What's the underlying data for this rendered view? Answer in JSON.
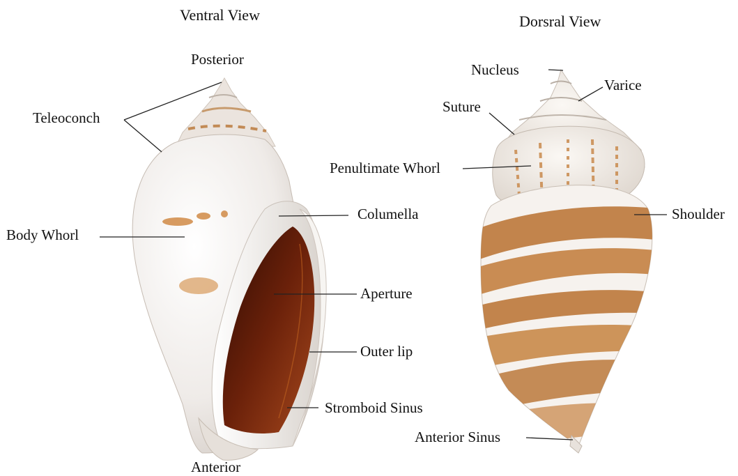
{
  "figure": {
    "ventral_title": "Ventral View",
    "dorsal_title": "Dorsral View"
  },
  "ventral": {
    "posterior": "Posterior",
    "teleoconch": "Teleoconch",
    "body_whorl": "Body Whorl",
    "columella": "Columella",
    "aperture": "Aperture",
    "outer_lip": "Outer lip",
    "stromboid_sinus": "Stromboid Sinus",
    "anterior": "Anterior"
  },
  "dorsal": {
    "nucleus": "Nucleus",
    "varice": "Varice",
    "suture": "Suture",
    "penultimate_whorl": "Penultimate Whorl",
    "shoulder": "Shoulder",
    "anterior_sinus": "Anterior Sinus"
  },
  "colors": {
    "shell_white": "#f1eeeb",
    "shell_shadow": "#d9d2cc",
    "aperture_dark": "#5a1a08",
    "aperture_mid": "#8a3212",
    "band_brown": "#b8712f",
    "band_light": "#d9a066",
    "leader_line": "#222222"
  }
}
